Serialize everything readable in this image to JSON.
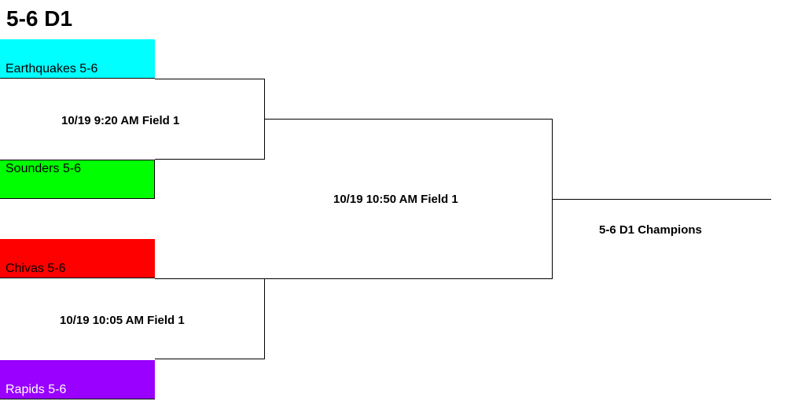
{
  "title": "5-6 D1",
  "teams": [
    {
      "name": "Earthquakes 5-6",
      "color": "#00ffff"
    },
    {
      "name": "Sounders 5-6",
      "color": "#00ff00"
    },
    {
      "name": "Chivas 5-6",
      "color": "#ff0000"
    },
    {
      "name": "Rapids 5-6",
      "color": "#9900ff"
    }
  ],
  "games": {
    "semi1": "10/19 9:20 AM Field 1",
    "semi2": "10/19 10:05 AM Field 1",
    "final": "10/19 10:50 AM Field 1"
  },
  "champion": "5-6 D1 Champions"
}
